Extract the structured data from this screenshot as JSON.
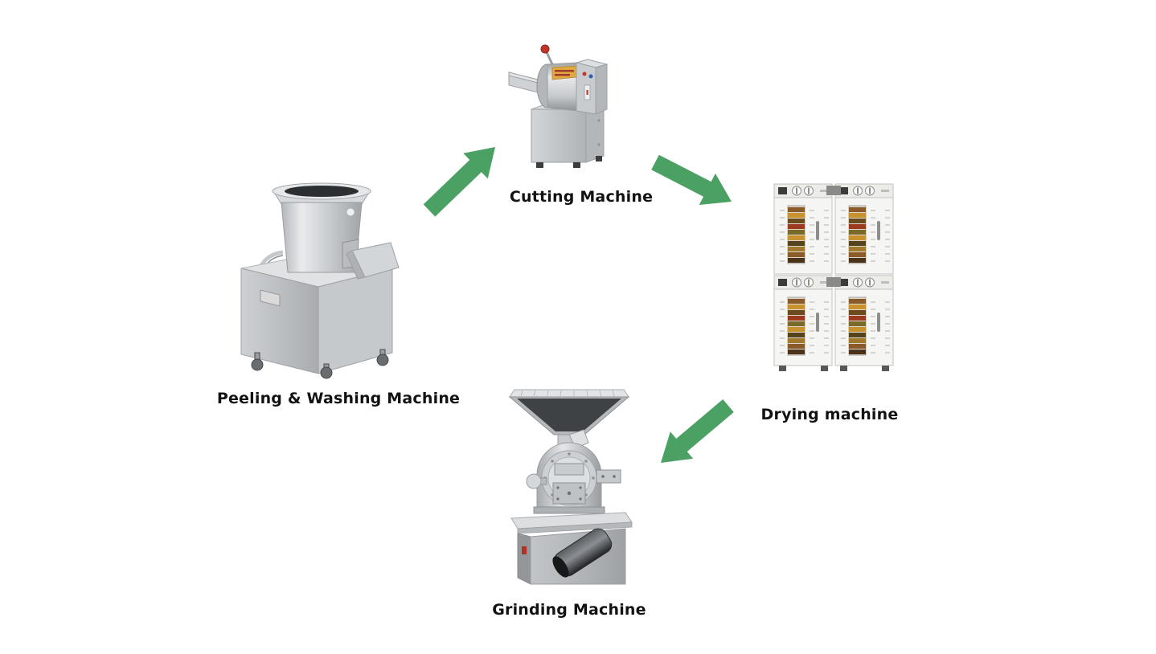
{
  "page": {
    "background_color": "#ffffff"
  },
  "diagram": {
    "type": "process-flow",
    "arrow_color": "#4ba164",
    "label_color": "#121212",
    "stations": [
      {
        "id": "peeling-washing-machine",
        "label": "Peeling & Washing Machine"
      },
      {
        "id": "cutting-machine",
        "label": "Cutting Machine"
      },
      {
        "id": "drying-machine",
        "label": "Drying machine"
      },
      {
        "id": "grinding-machine",
        "label": "Grinding Machine"
      }
    ],
    "flow": [
      {
        "from": "Peeling & Washing Machine",
        "to": "Cutting Machine",
        "direction": "up-right"
      },
      {
        "from": "Cutting Machine",
        "to": "Drying machine",
        "direction": "down-right"
      },
      {
        "from": "Drying machine",
        "to": "Grinding Machine",
        "direction": "down-left"
      }
    ]
  }
}
